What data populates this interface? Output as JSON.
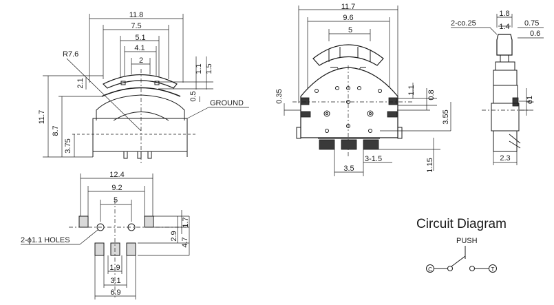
{
  "front_view": {
    "dims": {
      "w_outer": "11.8",
      "w_75": "7.5",
      "w_51": "5.1",
      "w_41": "4.1",
      "w_2": "2",
      "radius": "R7.6",
      "h_11": "1.1",
      "h_15": "1.5",
      "h_21": "2.1",
      "h_05": "0.5",
      "h_117": "11.7",
      "h_87": "8.7",
      "h_375": "3.75"
    },
    "ground_label": "GROUND"
  },
  "footprint": {
    "dims": {
      "w_124": "12.4",
      "w_92": "9.2",
      "w_5": "5",
      "h_17": "1.7",
      "h_29": "2.9",
      "h_47": "4.7",
      "w_19": "1.9",
      "w_31": "3.1",
      "w_69": "6.9"
    },
    "holes_label": "2-ϕ1.1 HOLES"
  },
  "top_view": {
    "dims": {
      "w_117": "11.7",
      "w_96": "9.6",
      "w_5": "5",
      "h_035": "0.35",
      "h_11": "1.1",
      "h_08": "0.8",
      "h_355": "3.55",
      "h_115": "1.15",
      "w_35": "3.5",
      "pitch": "3-1.5"
    }
  },
  "side_view": {
    "dims": {
      "w_18": "1.8",
      "w_14": "1.4",
      "w_075": "0.75",
      "w_06": "0.6",
      "chamfer": "2-co.25",
      "phi1": "ϕ1",
      "w_23": "2.3"
    }
  },
  "circuit": {
    "title": "Circuit Diagram",
    "push_label": "PUSH",
    "terminal_c": "C",
    "terminal_t": "T"
  }
}
